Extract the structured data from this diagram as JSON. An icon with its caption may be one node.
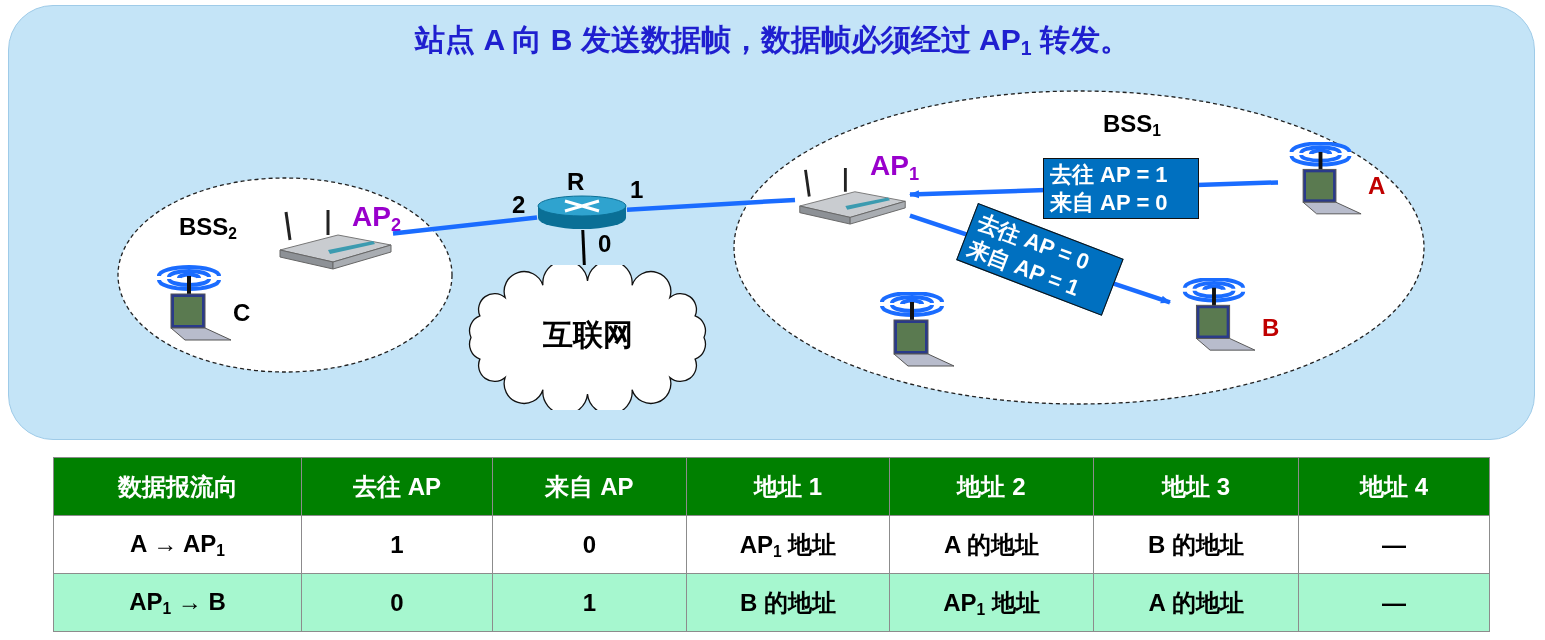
{
  "diagram": {
    "title": "站点 A 向 B 发送数据帧，数据帧必须经过 AP$_{1}$ 转发。",
    "nodes": [
      {
        "text": [
          "BSS$_{1}$"
        ]
      },
      {
        "text": [
          "BSS$_{2}$"
        ]
      },
      {
        "text": [
          "AP$_{1}$"
        ],
        "in": 0
      },
      {
        "text": [
          "AP$_{2}$"
        ],
        "in": 1
      },
      {
        "text": [
          "R"
        ]
      },
      {
        "text": [
          "互联网"
        ]
      },
      {
        "text": [
          "A"
        ],
        "in": 0
      },
      {
        "text": [],
        "shape": "picture",
        "in": 0
      },
      {
        "text": [
          "B"
        ],
        "in": 0
      },
      {
        "text": [
          "C"
        ],
        "in": 1
      }
    ],
    "edges": [
      {
        "from": 3,
        "to": 4,
        "arrow": "none"
      },
      {
        "from": 4,
        "to": 2,
        "arrow": "none"
      },
      {
        "from": 4,
        "to": 5,
        "arrow": "none",
        "color": "#000000"
      },
      {
        "from": 6,
        "to": 2,
        "arrow": "to",
        "label": "去往 AP = 1 来自 AP = 0"
      },
      {
        "from": 2,
        "to": 8,
        "arrow": "to",
        "label": "去往 AP = 0 来自 AP = 1"
      }
    ],
    "labels": [
      "2",
      "1",
      "0",
      "数据报流向",
      "去往 AP",
      "来自 AP",
      "地址 1",
      "地址 2",
      "地址 3",
      "地址 4",
      "A → AP$_{1}$",
      "1",
      "0",
      "AP$_{1}$ 地址",
      "A 的地址",
      "B 的地址",
      "—",
      "AP$_{1}$ → B",
      "0",
      "1",
      "B 的地址",
      "AP$_{1}$ 地址",
      "A 的地址",
      "—"
    ]
  }
}
